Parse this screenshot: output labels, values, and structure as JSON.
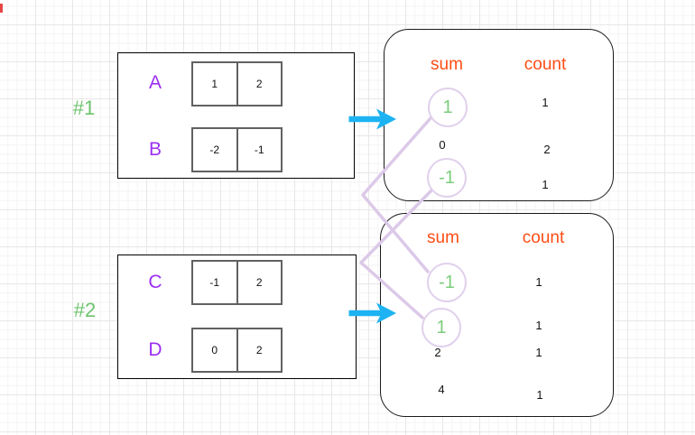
{
  "diagram": {
    "examples": [
      {
        "label": "#1",
        "arrays": [
          {
            "name": "A",
            "cells": [
              "1",
              "2"
            ]
          },
          {
            "name": "B",
            "cells": [
              "-2",
              "-1"
            ]
          }
        ],
        "table": {
          "headers": {
            "sum": "sum",
            "count": "count"
          },
          "rows": [
            {
              "sum": "1",
              "count": "1",
              "highlighted": true
            },
            {
              "sum": "0",
              "count": "2",
              "highlighted": false
            },
            {
              "sum": "-1",
              "count": "1",
              "highlighted": true
            }
          ]
        }
      },
      {
        "label": "#2",
        "arrays": [
          {
            "name": "C",
            "cells": [
              "-1",
              "2"
            ]
          },
          {
            "name": "D",
            "cells": [
              "0",
              "2"
            ]
          }
        ],
        "table": {
          "headers": {
            "sum": "sum",
            "count": "count"
          },
          "rows": [
            {
              "sum": "-1",
              "count": "1",
              "highlighted": true
            },
            {
              "sum": "1",
              "count": "1",
              "highlighted": true
            },
            {
              "sum": "2",
              "count": "1",
              "highlighted": false
            },
            {
              "sum": "4",
              "count": "1",
              "highlighted": false
            }
          ]
        }
      }
    ],
    "connections": [
      {
        "from": "example-1 sum 1",
        "to": "example-2 sum -1"
      },
      {
        "from": "example-1 sum -1",
        "to": "example-2 sum 1"
      }
    ],
    "colors": {
      "example_label_green": "#6cc46c",
      "array_letter_purple": "#9b2ff2",
      "header_orange": "#ff4d16",
      "highlight_green": "#7ccc7c",
      "connector_lavender": "#dcc9e8",
      "arrow_cyan": "#1db3f2"
    }
  }
}
